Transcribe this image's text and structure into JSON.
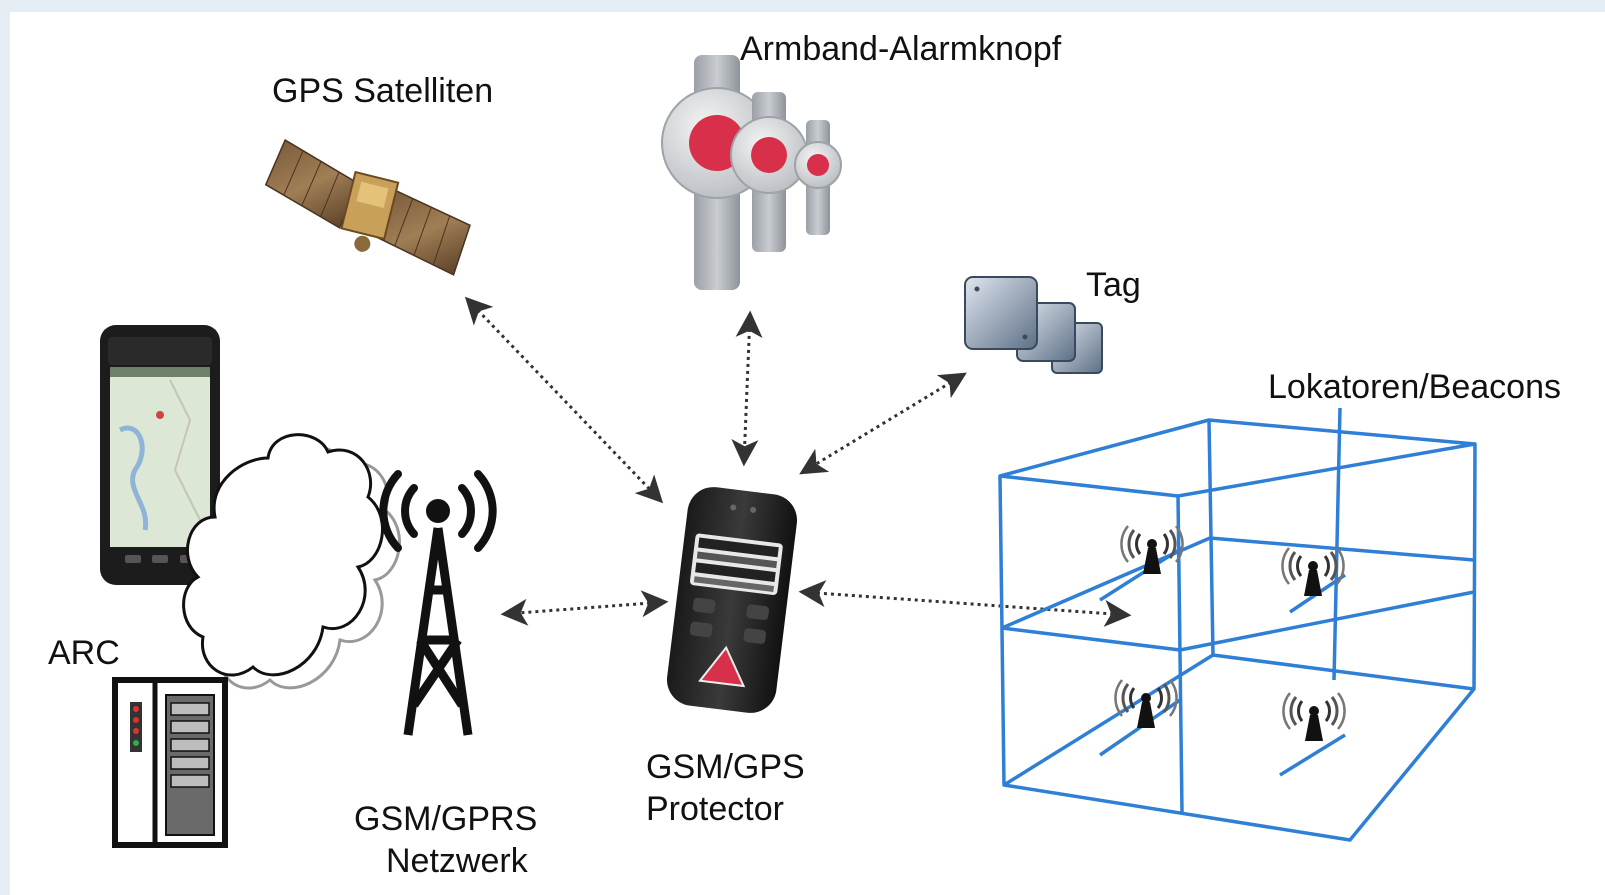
{
  "labels": {
    "gps_satellites": "GPS Satelliten",
    "wristband_alarm": "Armband-Alarmknopf",
    "tag": "Tag",
    "locators_beacons": "Lokatoren/Beacons",
    "arc": "ARC",
    "network_line1": "GSM/GPRS",
    "network_line2": "Netzwerk",
    "protector_line1": "GSM/GPS",
    "protector_line2": "Protector"
  },
  "colors": {
    "background_frame": "#e4ecf4",
    "panel": "#ffffff",
    "beacon_cube": "#2f7fd6",
    "connector": "#333333",
    "alarm_button": "#d8304a"
  },
  "icons": [
    "satellite-icon",
    "wristband-alarm-icon",
    "tag-icon",
    "beacon-icon",
    "smartphone-icon",
    "cloud-icon",
    "radio-tower-icon",
    "server-rack-icon",
    "gsm-gps-device-icon"
  ]
}
